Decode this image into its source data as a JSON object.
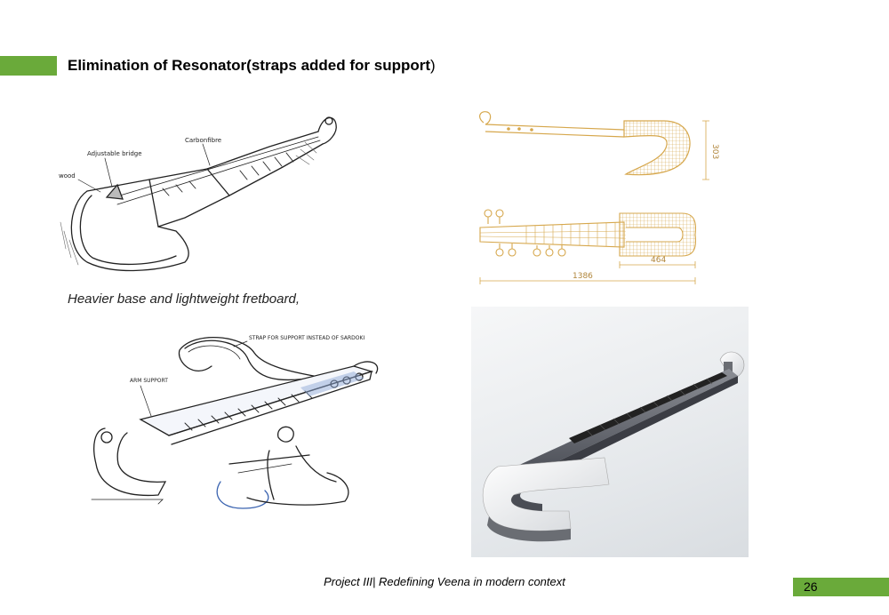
{
  "title": {
    "bold": "Elimination of Resonator(straps added for support",
    "light": ")"
  },
  "caption": "Heavier base and lightweight fretboard,",
  "footer": "Project III| Redefining Veena in modern context",
  "page_number": "26",
  "sketch_top_labels": {
    "adjustable": "Adjustable bridge",
    "carbon": "Carbonfibre",
    "wood": "wood"
  },
  "sketch_bottom_labels": {
    "strap": "STRAP FOR SUPPORT INSTEAD OF SARDOKI",
    "arm": "ARM SUPPORT"
  },
  "dimensions": {
    "height": "303",
    "length": "1386",
    "partial": "464"
  },
  "colors": {
    "accent": "#6aaa3a",
    "drawing": "#d6a74c"
  }
}
